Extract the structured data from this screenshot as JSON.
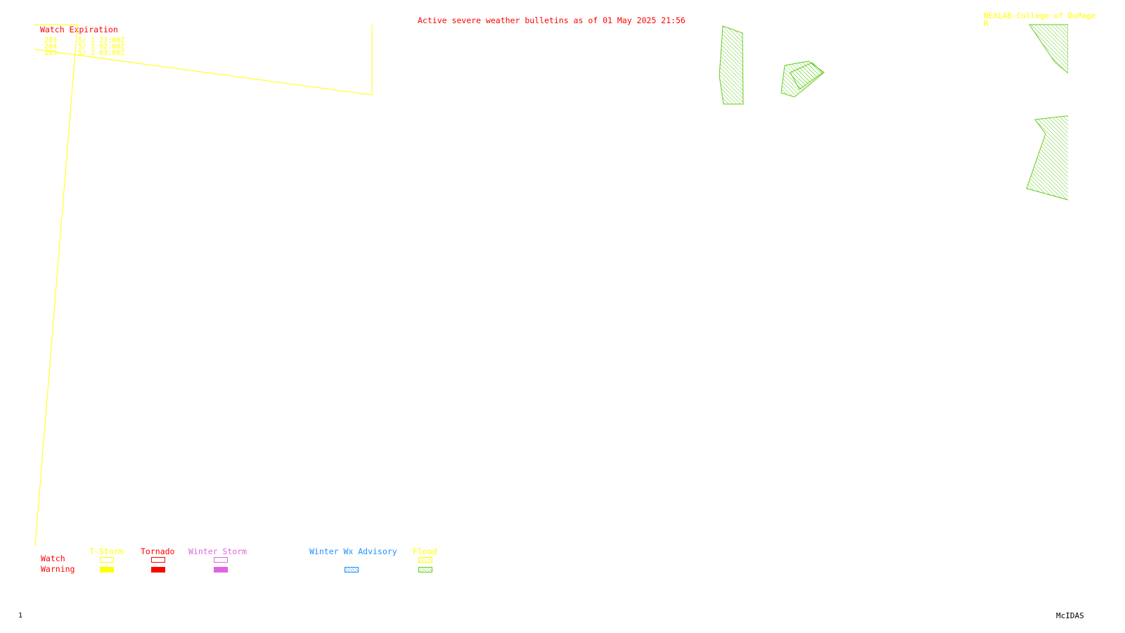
{
  "header": {
    "title": "Active severe weather bulletins as of 01 May 2025 21:56",
    "credit": "NEXLAB-College of DuPage",
    "credit_mark": "R"
  },
  "watch_table": {
    "heading": "Watch Expiration",
    "rows": [
      {
        "id": "203",
        "expires": "5/ 1 23:00Z"
      },
      {
        "id": "204",
        "expires": "5/ 2 02:00Z"
      },
      {
        "id": "205",
        "expires": "5/ 2 03:00Z"
      }
    ]
  },
  "legend": {
    "row_labels": {
      "watch": "Watch",
      "warning": "Warning"
    },
    "categories": [
      {
        "name": "T-Storm",
        "color": "#ffff00"
      },
      {
        "name": "Tornado",
        "color": "#ff0000"
      },
      {
        "name": "Winter Storm",
        "color": "#dd66dd"
      },
      {
        "name": "Winter Wx Advisory",
        "color": "#1e90ff"
      },
      {
        "name": "Flood",
        "color": "#66cc22"
      }
    ]
  },
  "footer": {
    "frame": "1",
    "software": "McIDAS"
  },
  "colors": {
    "title": "#ff0000",
    "credit": "#ffff00",
    "watch_outline": "#ffff00",
    "flood_warning": "#66cc22",
    "text_dark": "#000000"
  }
}
